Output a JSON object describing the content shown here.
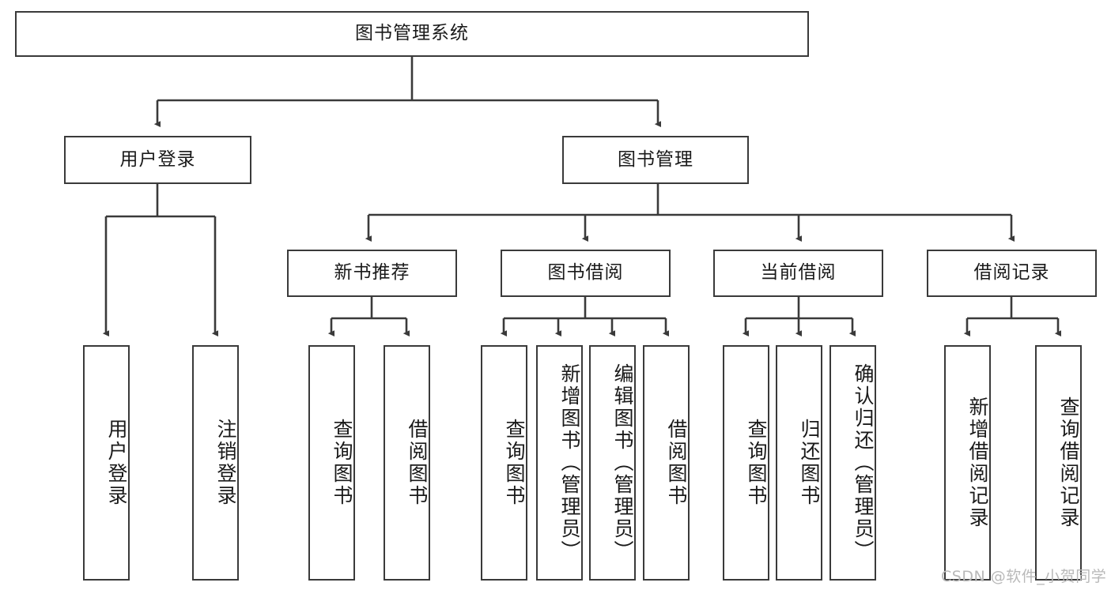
{
  "diagram": {
    "title_node": {
      "label": "图书管理系统"
    },
    "level2": [
      {
        "label": "用户登录"
      },
      {
        "label": "图书管理"
      }
    ],
    "level3": [
      {
        "label": "新书推荐"
      },
      {
        "label": "图书借阅"
      },
      {
        "label": "当前借阅"
      },
      {
        "label": "借阅记录"
      }
    ],
    "leaves": {
      "user_login": [
        {
          "label": "用户登录"
        },
        {
          "label": "注销登录"
        }
      ],
      "new_book_recommend": [
        {
          "label": "查询图书"
        },
        {
          "label": "借阅图书"
        }
      ],
      "book_borrow": [
        {
          "label": "查询图书"
        },
        {
          "label": "新增图书（管理员）"
        },
        {
          "label": "编辑图书（管理员）"
        },
        {
          "label": "借阅图书"
        }
      ],
      "current_borrow": [
        {
          "label": "查询图书"
        },
        {
          "label": "归还图书"
        },
        {
          "label": "确认归还（管理员）"
        }
      ],
      "borrow_record": [
        {
          "label": "新增借阅记录"
        },
        {
          "label": "查询借阅记录"
        }
      ]
    }
  },
  "watermark": {
    "text": "CSDN @软件_小贺同学"
  },
  "colors": {
    "stroke": "#3a3a3a",
    "text": "#1a1a1a",
    "background": "#ffffff",
    "watermark": "#b9b9b9"
  }
}
